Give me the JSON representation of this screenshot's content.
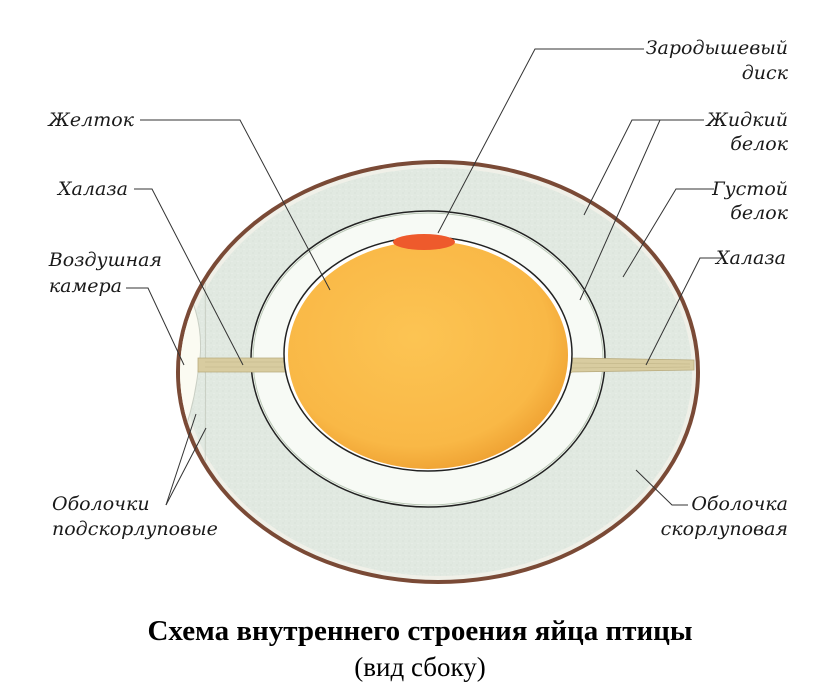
{
  "labels": {
    "embryo_disc_1": "Зародышевый",
    "embryo_disc_2": "диск",
    "yolk": "Желток",
    "liquid_white_1": "Жидкий",
    "liquid_white_2": "белок",
    "chalaza_left": "Халаза",
    "thick_white_1": "Густой",
    "thick_white_2": "белок",
    "air_cell_1": "Воздушная",
    "air_cell_2": "камера",
    "chalaza_right": "Халаза",
    "inner_membranes_1": "Оболочки",
    "inner_membranes_2": "подскорлуповые",
    "shell_membrane_1": "Оболочка",
    "shell_membrane_2": "скорлуповая"
  },
  "caption": {
    "title": "Схема внутреннего строения яйца птицы",
    "subtitle": "(вид сбоку)"
  },
  "colors": {
    "shell": "#7a4a36",
    "thick_white": "#e1e9e1",
    "liquid_white": "#f7faf5",
    "air_cell": "#fbfbf2",
    "yolk": "#f9b846",
    "yolk_edge": "#efa233",
    "embryo_disc": "#ee5a2c",
    "chalaza": "#d8cca0"
  }
}
